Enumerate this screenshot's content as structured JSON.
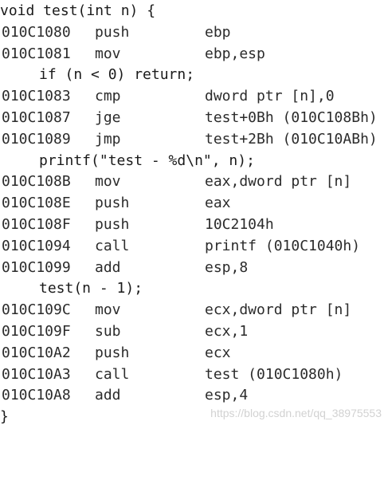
{
  "lines": [
    {
      "kind": "src",
      "indent": false,
      "text": "void test(int n) {"
    },
    {
      "kind": "asm",
      "addr": "010C1080",
      "mnemonic": "push",
      "operands": "ebp"
    },
    {
      "kind": "asm",
      "addr": "010C1081",
      "mnemonic": "mov",
      "operands": "ebp,esp"
    },
    {
      "kind": "src",
      "indent": true,
      "text": "if (n < 0) return;"
    },
    {
      "kind": "asm",
      "addr": "010C1083",
      "mnemonic": "cmp",
      "operands": "dword ptr [n],0"
    },
    {
      "kind": "asm",
      "addr": "010C1087",
      "mnemonic": "jge",
      "operands": "test+0Bh (010C108Bh)"
    },
    {
      "kind": "asm",
      "addr": "010C1089",
      "mnemonic": "jmp",
      "operands": "test+2Bh (010C10ABh)"
    },
    {
      "kind": "src",
      "indent": true,
      "text": "printf(\"test - %d\\n\", n);"
    },
    {
      "kind": "asm",
      "addr": "010C108B",
      "mnemonic": "mov",
      "operands": "eax,dword ptr [n]"
    },
    {
      "kind": "asm",
      "addr": "010C108E",
      "mnemonic": "push",
      "operands": "eax"
    },
    {
      "kind": "asm",
      "addr": "010C108F",
      "mnemonic": "push",
      "operands": "10C2104h"
    },
    {
      "kind": "asm",
      "addr": "010C1094",
      "mnemonic": "call",
      "operands": "printf (010C1040h)"
    },
    {
      "kind": "asm",
      "addr": "010C1099",
      "mnemonic": "add",
      "operands": "esp,8"
    },
    {
      "kind": "src",
      "indent": true,
      "text": "test(n - 1);"
    },
    {
      "kind": "asm",
      "addr": "010C109C",
      "mnemonic": "mov",
      "operands": "ecx,dword ptr [n]"
    },
    {
      "kind": "asm",
      "addr": "010C109F",
      "mnemonic": "sub",
      "operands": "ecx,1"
    },
    {
      "kind": "asm",
      "addr": "010C10A2",
      "mnemonic": "push",
      "operands": "ecx"
    },
    {
      "kind": "asm",
      "addr": "010C10A3",
      "mnemonic": "call",
      "operands": "test (010C1080h)"
    },
    {
      "kind": "asm",
      "addr": "010C10A8",
      "mnemonic": "add",
      "operands": "esp,4"
    },
    {
      "kind": "src",
      "indent": false,
      "text": "}"
    }
  ],
  "watermark": "https://blog.csdn.net/qq_38975553"
}
